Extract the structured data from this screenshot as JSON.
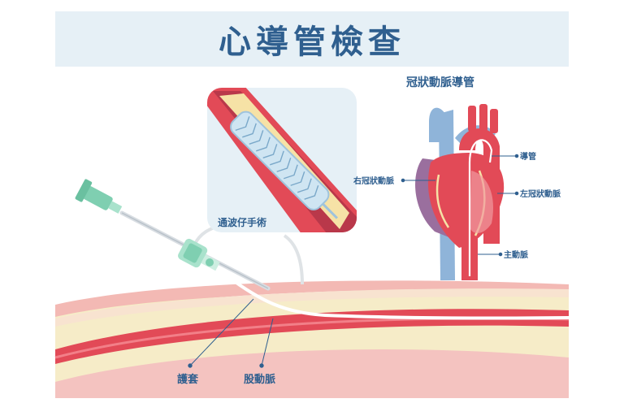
{
  "title": "心導管檢查",
  "stent_label": "通波仔手術",
  "heart_title": "冠狀動脈導管",
  "heart_labels": {
    "catheter": "導管",
    "right_coronary": "右冠狀動脈",
    "left_coronary": "左冠狀動脈",
    "aorta": "主動脈"
  },
  "body_labels": {
    "sheath": "護套",
    "femoral_artery": "股動脈"
  },
  "colors": {
    "title_bg": "#e6f0f6",
    "title_text": "#2f5f8f",
    "artery_red": "#e24a57",
    "skin": "#f6c9c4",
    "fat": "#f6ecc8",
    "vein_blue": "#8fb4d9",
    "catheter_green": "#7fcfb1"
  }
}
